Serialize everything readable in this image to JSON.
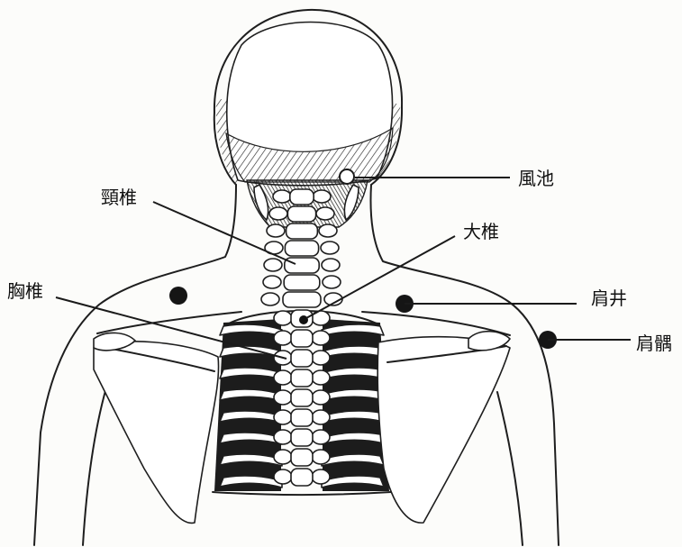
{
  "labels": {
    "fengchi": "風池",
    "cervical": "頸椎",
    "dazhui": "大椎",
    "thoracic": "胸椎",
    "jianjing": "肩井",
    "jianyu": "肩髃"
  }
}
